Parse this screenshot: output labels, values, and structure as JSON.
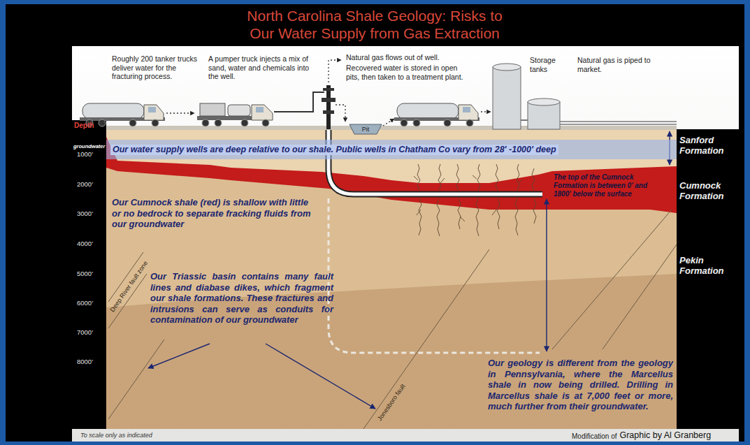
{
  "diagram": {
    "title": "North Carolina Shale Geology: Risks to Our Water Supply from Gas Extraction",
    "nodes": [
      {
        "text": [
          "Pit"
        ]
      },
      {
        "text": [
          "Our water supply wells are deep relative to our shale. Public wells in Chatham Co vary from 28' -1000' deep"
        ]
      },
      {
        "text": [
          "The top of the Cumnock Formation is between 0' and 1800' below the surface"
        ]
      }
    ],
    "labels": [
      "Roughly 200 tanker trucks deliver water for the fracturing process.",
      "A pumper truck injects a mix of sand, water and chemicals into the well.",
      "Natural gas flows out of well.",
      "Recovered water is stored in open pits, then taken to a treatment plant.",
      "Storage tanks",
      "Natural gas is piped to market.",
      "Depth",
      "groundwater",
      "1000'",
      "2000'",
      "3000'",
      "4000'",
      "5000'",
      "6000'",
      "7000'",
      "8000'",
      "Sanford Formation",
      "Cumnock Formation",
      "Pekin Formation",
      "Our Cumnock shale (red) is shallow with little or no bedrock to separate fracking fluids from our groundwater",
      "Deep River fault zone",
      "Our Triassic basin contains many fault lines and diabase dikes, which fragment our shale formations. These fractures and intrusions can serve as conduits for contamination of our groundwater",
      "Jonesboro fault",
      "Our geology is different from the geology in Pennsylvania, where the Marcellus shale in now being drilled. Drilling in Marcellus shale is at 7,000 feet or more, much further from their groundwater.",
      "To scale only as indicated",
      "Modification of",
      "Graphic by Al Granberg"
    ]
  }
}
